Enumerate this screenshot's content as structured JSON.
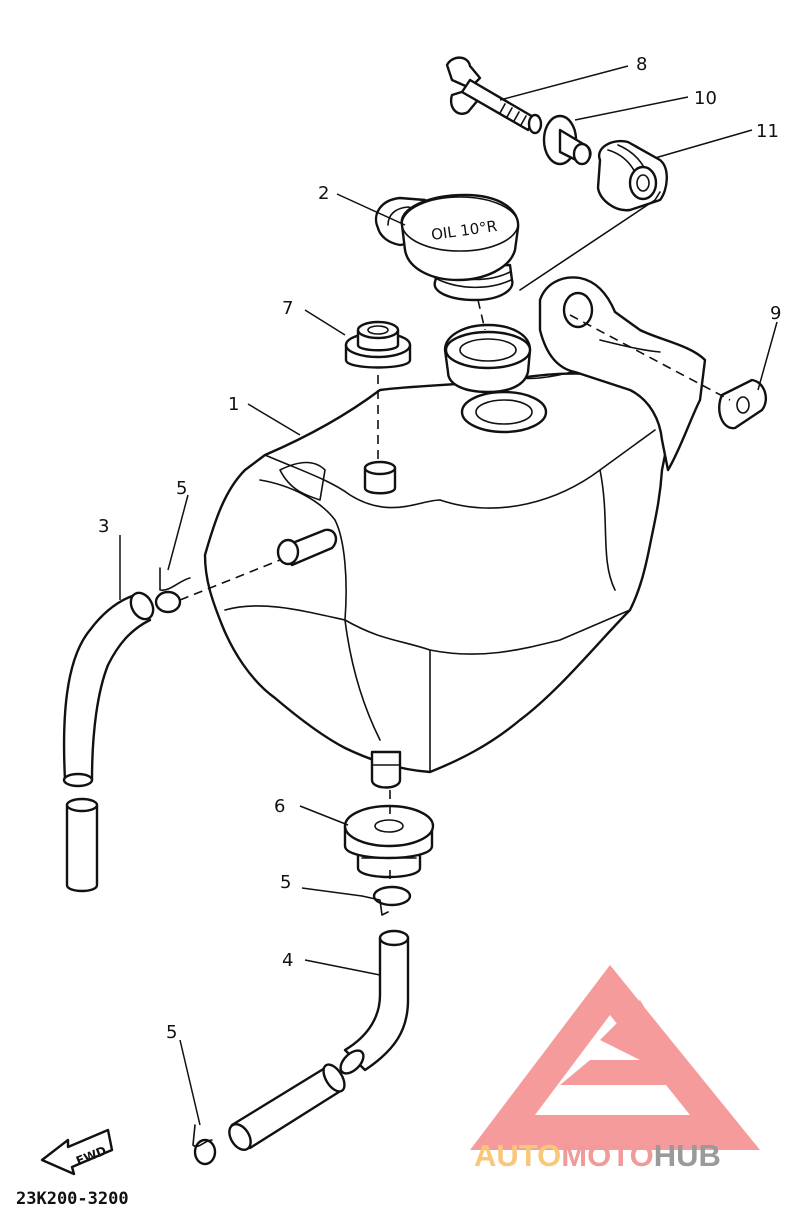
{
  "diagram": {
    "part_code": "23K200-3200",
    "cap_marking": "OIL 10°R",
    "fwd_label": "FWD",
    "callouts": [
      {
        "id": "1",
        "text": "1"
      },
      {
        "id": "2",
        "text": "2"
      },
      {
        "id": "3",
        "text": "3"
      },
      {
        "id": "4",
        "text": "4"
      },
      {
        "id": "5a",
        "text": "5"
      },
      {
        "id": "5b",
        "text": "5"
      },
      {
        "id": "5c",
        "text": "5"
      },
      {
        "id": "6",
        "text": "6"
      },
      {
        "id": "7",
        "text": "7"
      },
      {
        "id": "8",
        "text": "8"
      },
      {
        "id": "9",
        "text": "9"
      },
      {
        "id": "10",
        "text": "10"
      },
      {
        "id": "11",
        "text": "11"
      }
    ]
  },
  "watermark": {
    "part1": "AUTO",
    "part2": "MOTO",
    "part3": "HUB",
    "colors": {
      "auto": "#f7c77a",
      "moto": "#f29a9a",
      "hub": "#9a9a9a",
      "logo": "#f48a8a"
    }
  }
}
